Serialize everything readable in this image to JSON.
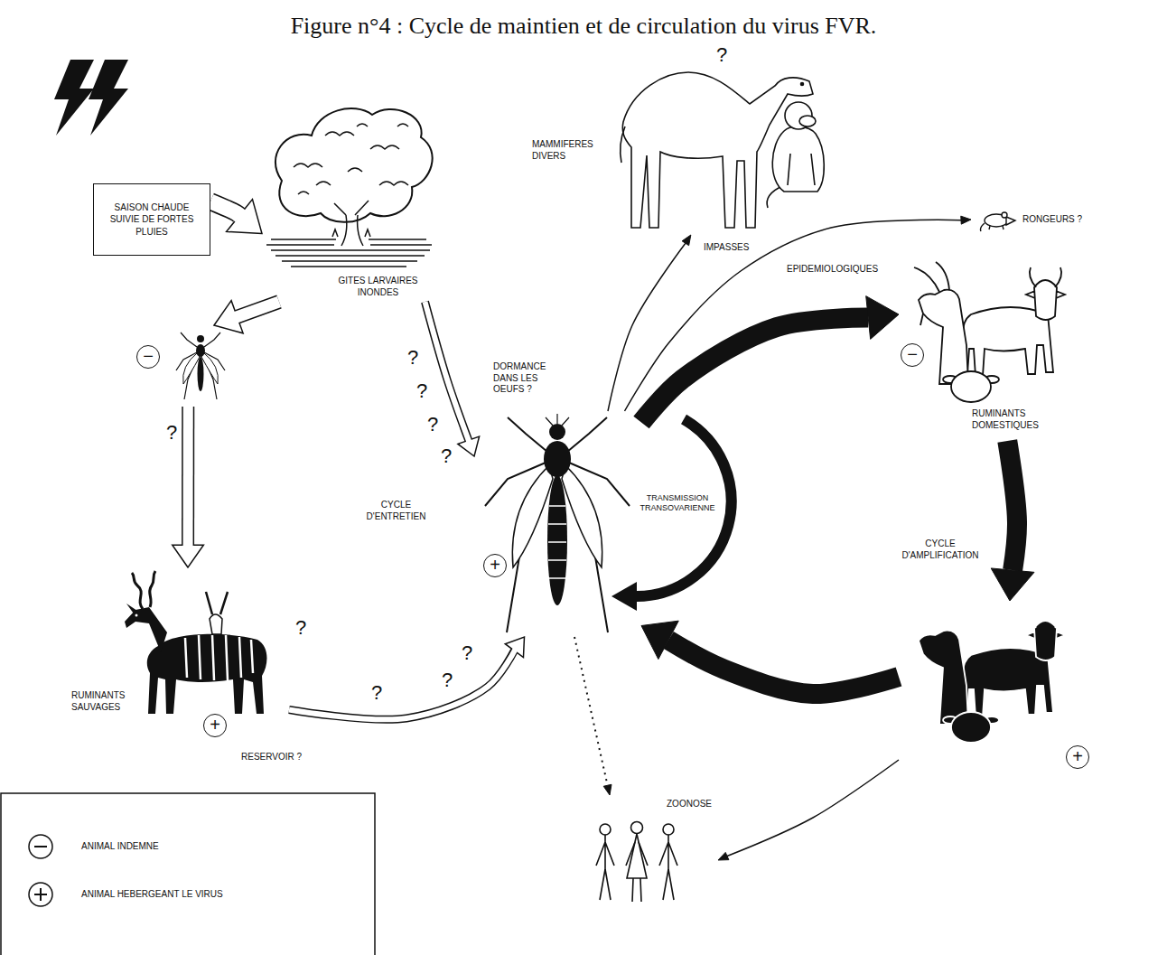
{
  "diagram": {
    "title": "Figure n°4 : Cycle de maintien et de circulation du virus FVR.",
    "nodes": [
      {
        "text": [
          "SAISON CHAUDE SUIVIE DE FORTES PLUIES"
        ]
      },
      {
        "text": [
          "GITES LARVAIRES INONDES"
        ]
      },
      {
        "text": [
          "−"
        ]
      },
      {
        "text": [
          "RUMINANTS SAUVAGES",
          "+"
        ]
      },
      {
        "text": [
          "+"
        ]
      },
      {
        "text": [
          "?",
          "MAMMIFERES DIVERS"
        ]
      },
      {
        "text": [
          "RONGEURS ?"
        ]
      },
      {
        "text": [
          "−",
          "RUMINANTS DOMESTIQUES"
        ]
      },
      {
        "text": [
          "+"
        ]
      },
      {
        "text": [
          "ZOONOSE"
        ]
      }
    ],
    "edges": [
      {
        "from": 0,
        "to": 1,
        "arrow": "to"
      },
      {
        "from": 1,
        "to": 2,
        "arrow": "to"
      },
      {
        "from": 2,
        "to": 3,
        "label": "?",
        "arrow": "to"
      },
      {
        "from": 3,
        "to": 4,
        "arrow": "to"
      },
      {
        "from": 1,
        "to": 4,
        "label": "DORMANCE DANS LES OEUFS ?",
        "arrow": "to"
      },
      {
        "from": 4,
        "to": 5,
        "arrow": "to"
      },
      {
        "from": 4,
        "to": 6,
        "arrow": "to"
      },
      {
        "from": 4,
        "to": 7,
        "arrow": "to"
      },
      {
        "from": 7,
        "to": 8,
        "arrow": "to"
      },
      {
        "from": 8,
        "to": 4,
        "arrow": "to"
      },
      {
        "from": 8,
        "to": 9,
        "arrow": "to"
      },
      {
        "from": 4,
        "to": 9,
        "arrow": "to"
      }
    ],
    "labels": [
      "?",
      "?",
      "?",
      "?",
      "?",
      "?",
      "?",
      "?",
      "RESERVOIR ?",
      "CYCLE D'ENTRETIEN",
      "TRANSMISSION TRANSOVARIENNE",
      "IMPASSES",
      "EPIDEMIOLOGIQUES",
      "CYCLE D'AMPLIFICATION"
    ],
    "legend": [
      {
        "text": "ANIMAL INDEMNE"
      },
      {
        "text": "ANIMAL HEBERGEANT LE VIRUS"
      }
    ]
  }
}
